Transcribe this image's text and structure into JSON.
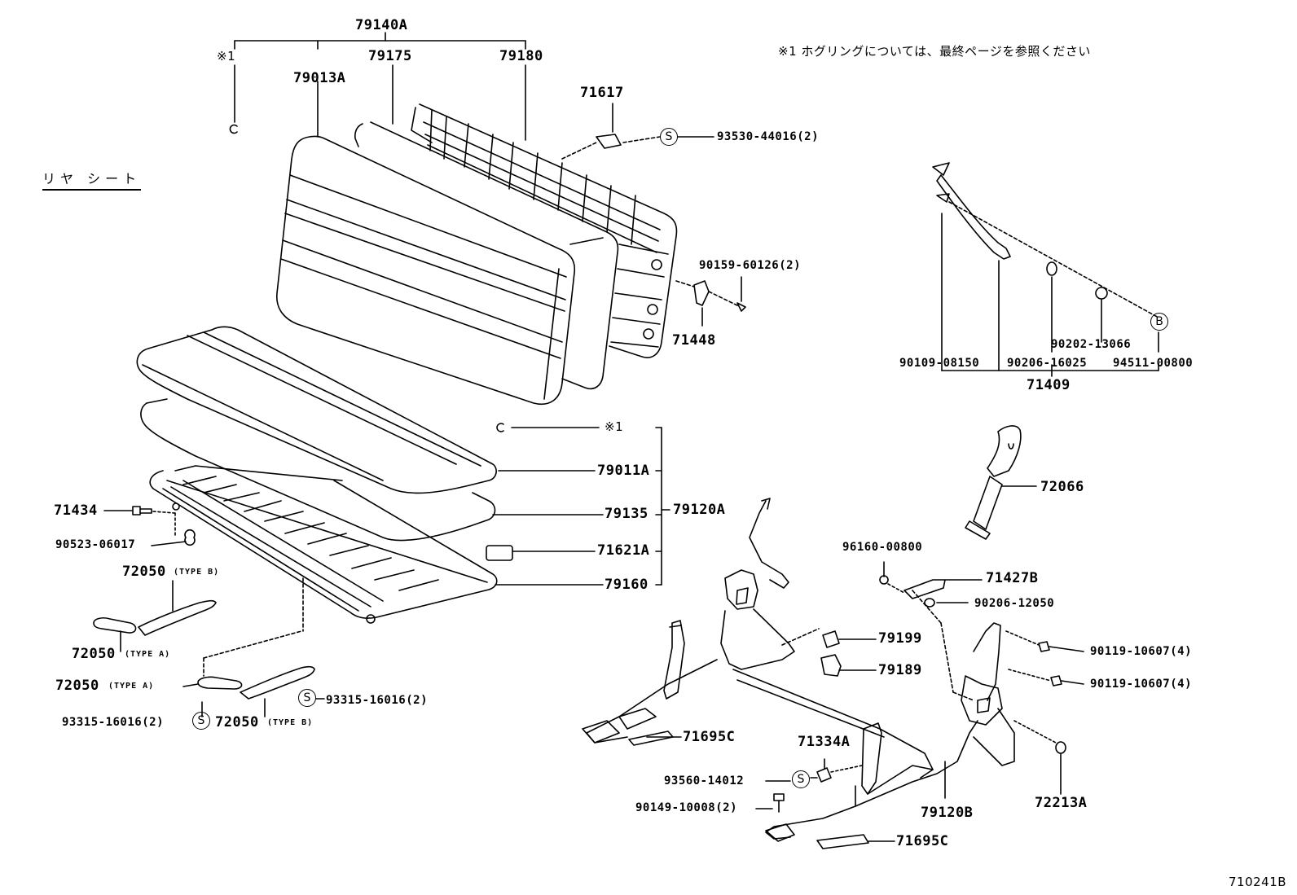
{
  "section_title": "リヤ シート",
  "note": "※1 ホグリングについては、最終ページを参照ください",
  "note_marker": "※1",
  "drawing_ref": "710241B",
  "marks": {
    "S": "S",
    "B": "B"
  },
  "labels": {
    "p79140A": "79140A",
    "p79175": "79175",
    "p79180": "79180",
    "p79013A": "79013A",
    "p71617": "71617",
    "p93530": "93530-44016(2)",
    "p90159": "90159-60126(2)",
    "p71448": "71448",
    "p79011A": "79011A",
    "p79135": "79135",
    "p79120A": "79120A",
    "p71621A": "71621A",
    "p79160": "79160",
    "p71434": "71434",
    "p90523": "90523-06017",
    "p72050_tb1": "72050",
    "p72050_ta1": "72050",
    "p72050_ta2": "72050",
    "p72050_tb2": "72050",
    "p93315_r": "93315-16016(2)",
    "p93315_l": "93315-16016(2)",
    "p90202": "90202-13066",
    "p90109": "90109-08150",
    "p90206a": "90206-16025",
    "p94511": "94511-00800",
    "p71409": "71409",
    "p72066": "72066",
    "p96160": "96160-00800",
    "p71427B": "71427B",
    "p90206b": "90206-12050",
    "p79199": "79199",
    "p90119a": "90119-10607(4)",
    "p79189": "79189",
    "p90119b": "90119-10607(4)",
    "p71695C_a": "71695C",
    "p71334A": "71334A",
    "p93560": "93560-14012",
    "p90149": "90149-10008(2)",
    "p79120B": "79120B",
    "p72213A": "72213A",
    "p71695C_b": "71695C"
  },
  "types": {
    "type_b": "(TYPE B)",
    "type_a": "(TYPE A)"
  }
}
